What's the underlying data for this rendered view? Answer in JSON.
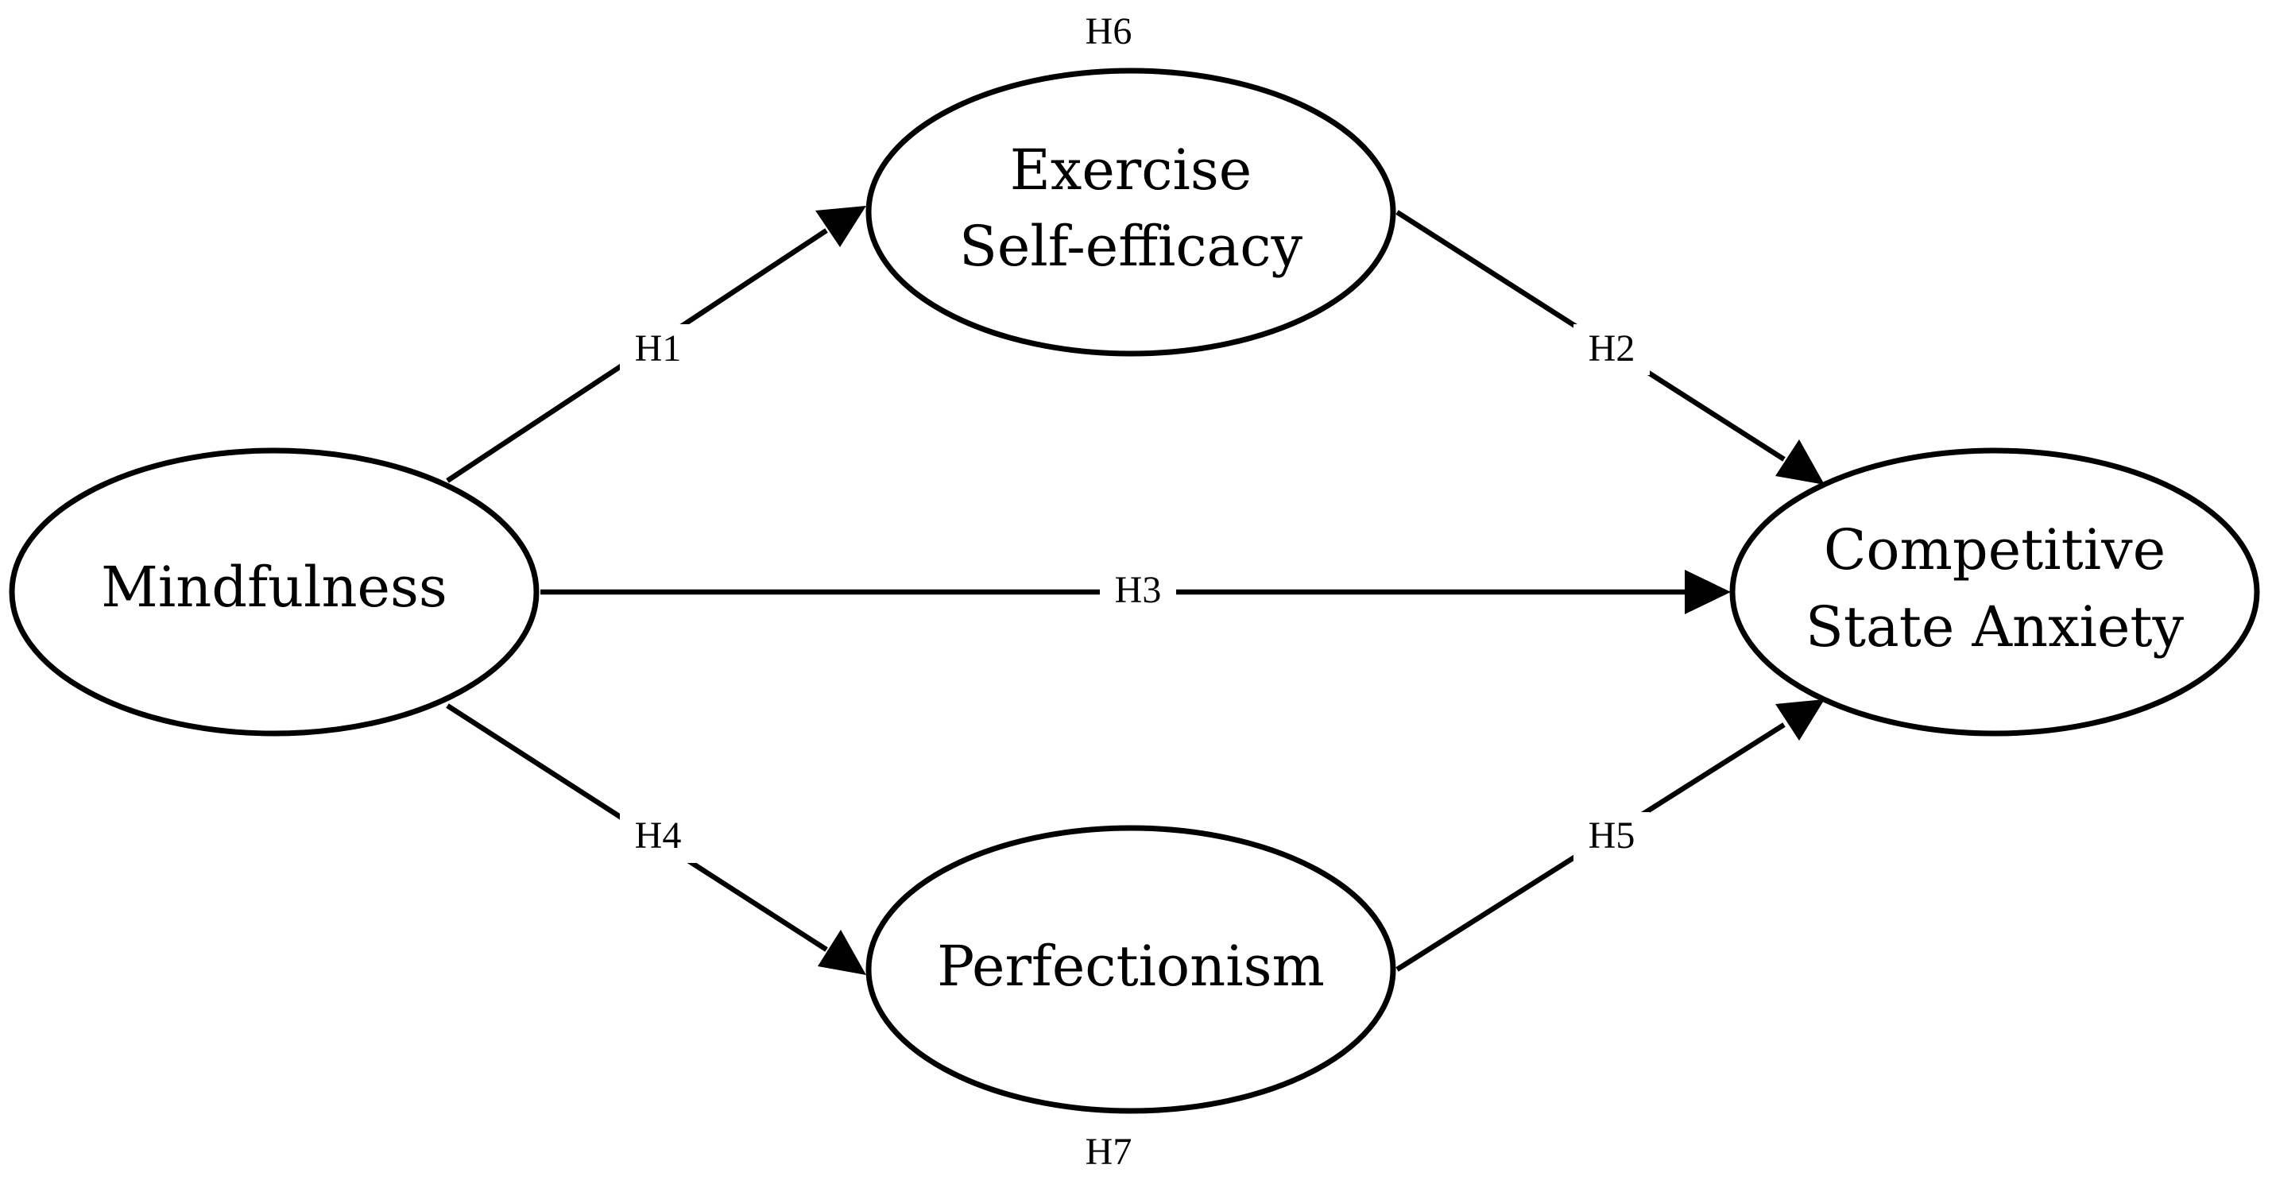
{
  "nodes": {
    "mindfulness": {
      "lines": [
        "Mindfulness"
      ]
    },
    "self_efficacy": {
      "lines": [
        "Exercise",
        "Self-efficacy"
      ]
    },
    "perfectionism": {
      "lines": [
        "Perfectionism"
      ]
    },
    "anxiety": {
      "lines": [
        "Competitive",
        "State Anxiety"
      ]
    }
  },
  "edges": {
    "h1": {
      "label": "H1",
      "from": "Mindfulness",
      "to": "Exercise Self-efficacy"
    },
    "h2": {
      "label": "H2",
      "from": "Exercise Self-efficacy",
      "to": "Competitive State Anxiety"
    },
    "h3": {
      "label": "H3",
      "from": "Mindfulness",
      "to": "Competitive State Anxiety"
    },
    "h4": {
      "label": "H4",
      "from": "Mindfulness",
      "to": "Perfectionism"
    },
    "h5": {
      "label": "H5",
      "from": "Perfectionism",
      "to": "Competitive State Anxiety"
    }
  },
  "mediation_labels": {
    "h6": "H6",
    "h7": "H7"
  },
  "colors": {
    "stroke": "#000000",
    "background": "#ffffff"
  }
}
